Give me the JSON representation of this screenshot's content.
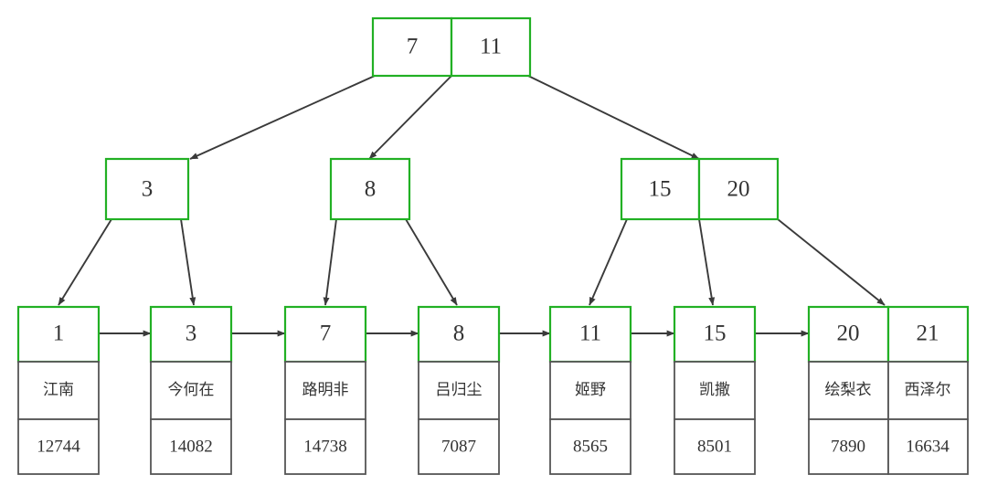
{
  "diagram": {
    "kind": "b-plus-tree",
    "colors": {
      "key_border": "#22b024",
      "data_border": "#555555",
      "edge": "#3a3a3a",
      "background": "#ffffff",
      "text": "#333333"
    },
    "root": {
      "id": "root",
      "keys": [
        "7",
        "11"
      ]
    },
    "internal": [
      {
        "id": "internal-1",
        "keys": [
          "3"
        ]
      },
      {
        "id": "internal-2",
        "keys": [
          "8"
        ]
      },
      {
        "id": "internal-3",
        "keys": [
          "15",
          "20"
        ]
      }
    ],
    "leaves": [
      {
        "id": "leaf-1",
        "entries": [
          {
            "key": "1",
            "name": "江南",
            "value": "12744"
          }
        ]
      },
      {
        "id": "leaf-2",
        "entries": [
          {
            "key": "3",
            "name": "今何在",
            "value": "14082"
          }
        ]
      },
      {
        "id": "leaf-3",
        "entries": [
          {
            "key": "7",
            "name": "路明非",
            "value": "14738"
          }
        ]
      },
      {
        "id": "leaf-4",
        "entries": [
          {
            "key": "8",
            "name": "吕归尘",
            "value": "7087"
          }
        ]
      },
      {
        "id": "leaf-5",
        "entries": [
          {
            "key": "11",
            "name": "姬野",
            "value": "8565"
          }
        ]
      },
      {
        "id": "leaf-6",
        "entries": [
          {
            "key": "15",
            "name": "凯撒",
            "value": "8501"
          }
        ]
      },
      {
        "id": "leaf-7",
        "entries": [
          {
            "key": "20",
            "name": "绘梨衣",
            "value": "7890"
          },
          {
            "key": "21",
            "name": "西泽尔",
            "value": "16634"
          }
        ]
      }
    ]
  }
}
